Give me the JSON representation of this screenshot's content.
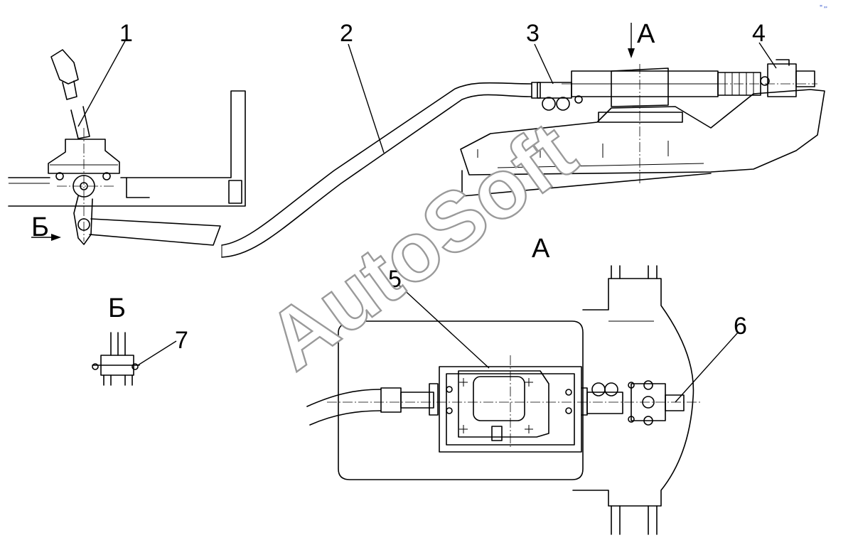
{
  "callouts": [
    {
      "id": "1",
      "label": "1"
    },
    {
      "id": "2",
      "label": "2"
    },
    {
      "id": "3",
      "label": "3"
    },
    {
      "id": "4",
      "label": "4"
    },
    {
      "id": "5",
      "label": "5"
    },
    {
      "id": "6",
      "label": "6"
    },
    {
      "id": "7",
      "label": "7"
    }
  ],
  "views": {
    "a_arrow": "А",
    "a_title": "А",
    "b_arrow": "Б",
    "b_title": "Б"
  },
  "watermark": "AutoSoft",
  "corner_mark": "ꟸ ⸗⸗"
}
